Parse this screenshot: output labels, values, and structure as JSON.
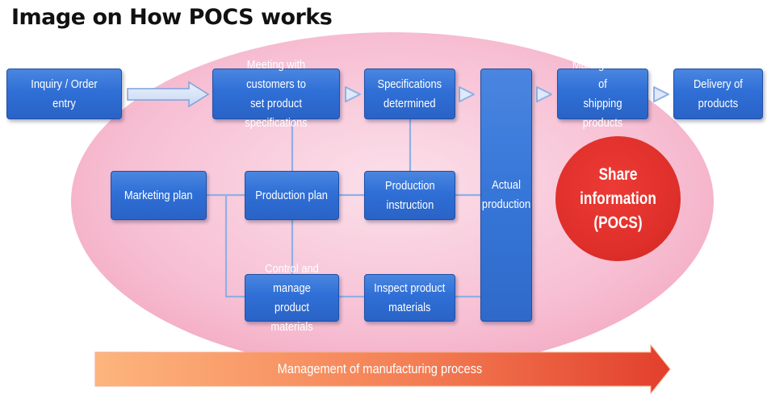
{
  "title": "Image on How POCS works",
  "boxes": {
    "inquiry": "Inquiry / Order entry",
    "meeting": "Meeting with customers to\nset product specifications",
    "specifications": "Specifications\ndetermined",
    "management_shipping": "Management of\nshipping products",
    "delivery": "Delivery of\nproducts",
    "marketing": "Marketing plan",
    "production_plan": "Production plan",
    "production_instruction": "Production\ninstruction",
    "actual_production": "Actual\nproduction",
    "control_materials": "Control and manage\nproduct materials",
    "inspect_materials": "Inspect product\nmaterials"
  },
  "share_information": "Share information\n(POCS)",
  "process_arrow_label": "Management of manufacturing process",
  "colors": {
    "box_blue": "#3273d9",
    "ellipse_pink": "#f6b6cc",
    "connector": "#8fb0e6",
    "circle_red": "#e0302b",
    "arrow_start": "#fbb27a",
    "arrow_end": "#e4412e"
  }
}
